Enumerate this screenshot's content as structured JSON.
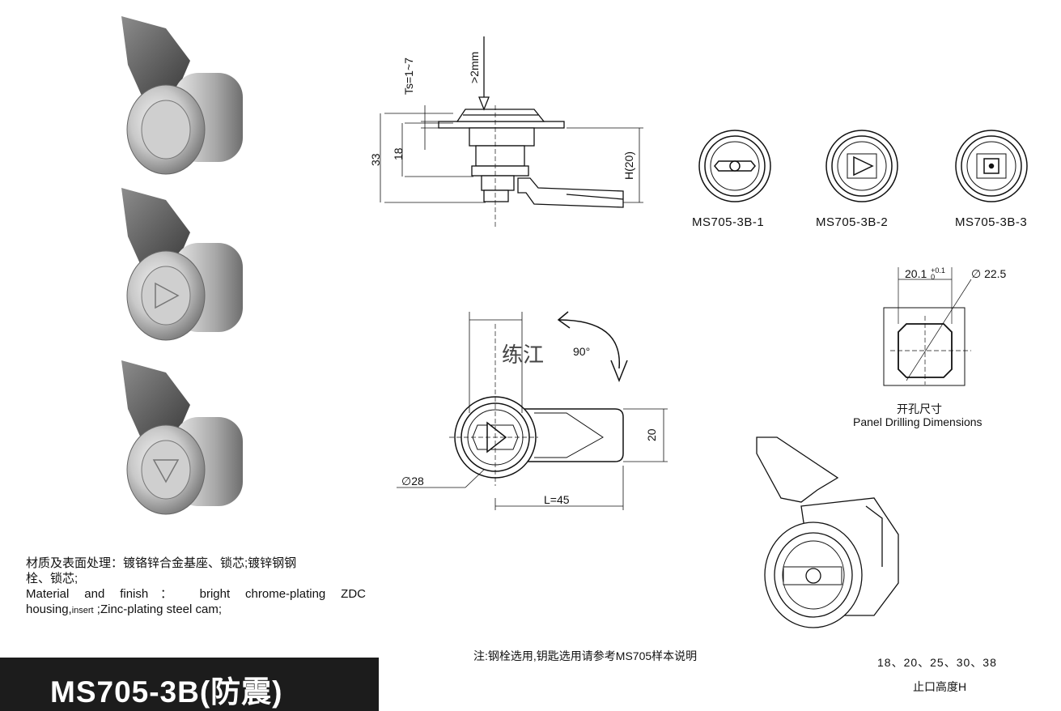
{
  "drawing": {
    "side_view": {
      "dim_ts": "Ts=1~7",
      "dim_gap": ">2mm",
      "dim_33": "33",
      "dim_18": "18",
      "dim_h": "H(20)"
    },
    "variants": [
      {
        "label": "MS705-3B-1",
        "icon": "key-slot-round-icon"
      },
      {
        "label": "MS705-3B-2",
        "icon": "triangle-key-icon"
      },
      {
        "label": "MS705-3B-3",
        "icon": "square-key-icon"
      }
    ],
    "panel_drilling": {
      "width_dim": "20.1",
      "tolerance_upper": "+0.1",
      "tolerance_lower": "0",
      "diameter_dim": "∅ 22.5",
      "title_cn": "开孔尺寸",
      "title_en": "Panel Drilling Dimensions"
    },
    "front_view": {
      "watermark": "练江",
      "rotation": "90°",
      "dim_diameter": "∅28",
      "dim_width": "20",
      "dim_length": "L=45"
    }
  },
  "material": {
    "cn_line1": "材质及表面处理：镀铬锌合金基座、锁芯;镀锌钢钢",
    "cn_line2": "栓、锁芯;",
    "en_line1": "Material and finish： bright chrome-plating ZDC",
    "en_line2_a": "housing,",
    "en_line2_small": "insert",
    "en_line2_b": " ;Zinc-plating steel cam;"
  },
  "note": "注:钢栓选用,钥匙选用请参考MS705样本说明",
  "heights": {
    "values": "18、20、25、30、38",
    "label": "止口高度H"
  },
  "product_title": "MS705-3B(防震)"
}
